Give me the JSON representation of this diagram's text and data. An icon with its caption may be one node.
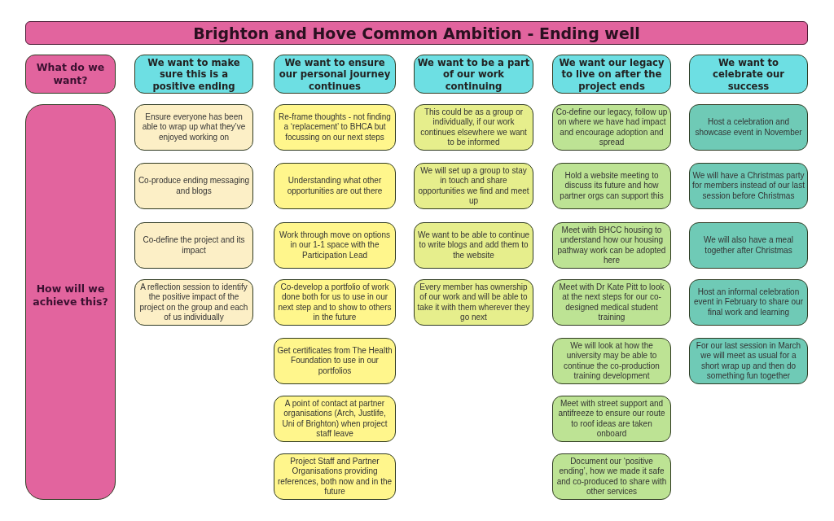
{
  "diagram": {
    "title": "Brighton and Hove Common Ambition - Ending well",
    "nodes": [
      {
        "text": [
          "What do we want?"
        ]
      },
      {
        "text": [
          "We want to make sure this is a positive ending"
        ]
      },
      {
        "text": [
          "We want to ensure our personal journey continues"
        ]
      },
      {
        "text": [
          "We want to be a part of our work continuing"
        ]
      },
      {
        "text": [
          "We want our legacy to live on after the project ends"
        ]
      },
      {
        "text": [
          "We want to celebrate our success"
        ]
      },
      {
        "text": [
          "How will we achieve this?"
        ]
      },
      {
        "text": [
          "Ensure everyone has been able to wrap up what they’ve enjoyed working on"
        ]
      },
      {
        "text": [
          "Co-produce ending messaging and blogs"
        ]
      },
      {
        "text": [
          "Co-define the project and its impact"
        ]
      },
      {
        "text": [
          "A reflection session to identify the positive impact of the project on the group and each of us individually"
        ]
      },
      {
        "text": [
          "Re-frame thoughts - not finding a ‘replacement’ to BHCA but focussing on our next steps"
        ]
      },
      {
        "text": [
          "Understanding what other opportunities are out there"
        ]
      },
      {
        "text": [
          "Work through move on options in our 1-1 space with the Participation Lead"
        ]
      },
      {
        "text": [
          "Co-develop a portfolio of work done both for us to use in our next step and to show to others in the future"
        ]
      },
      {
        "text": [
          "Get certificates from The Health Foundation to use in our portfolios"
        ]
      },
      {
        "text": [
          "A point of contact at partner organisations (Arch, Justlife, Uni of Brighton) when project staff leave"
        ]
      },
      {
        "text": [
          "Project Staff and Partner Organisations providing references, both now and in the future"
        ]
      },
      {
        "text": [
          "This could be as a group or individually, if our work continues elsewhere we want to be informed"
        ]
      },
      {
        "text": [
          "We will set up a group to stay in touch and share opportunities we find and meet up"
        ]
      },
      {
        "text": [
          "We want to be able to continue to write blogs and add them to the website"
        ]
      },
      {
        "text": [
          "Every member has ownership of our work and will be able to take it with them wherever they go next"
        ]
      },
      {
        "text": [
          "Co-define our legacy, follow up on where we have had impact and encourage adoption and spread"
        ]
      },
      {
        "text": [
          "Hold a website meeting to discuss its future and how partner orgs can support this"
        ]
      },
      {
        "text": [
          "Meet with BHCC housing to understand how our housing pathway work can be adopted here"
        ]
      },
      {
        "text": [
          "Meet with Dr Kate Pitt to look at the next steps for our co-designed medical student training"
        ]
      },
      {
        "text": [
          "We will look at how the university may be able to continue the co-production training development"
        ]
      },
      {
        "text": [
          "Meet with street support and antifreeze to ensure our route to roof ideas are taken onboard"
        ]
      },
      {
        "text": [
          "Document our ‘positive ending’, how we made it safe and co-produced to share with other services"
        ]
      },
      {
        "text": [
          "Host a celebration and showcase event in November"
        ]
      },
      {
        "text": [
          "We will have a Christmas party for members instead of our last session before Christmas"
        ]
      },
      {
        "text": [
          "We will also have a meal together after Christmas"
        ]
      },
      {
        "text": [
          "Host an informal celebration event in February to share our final work and learning"
        ]
      },
      {
        "text": [
          "For our last session in March we will meet as usual for a short wrap up and then do something fun together"
        ]
      }
    ]
  }
}
